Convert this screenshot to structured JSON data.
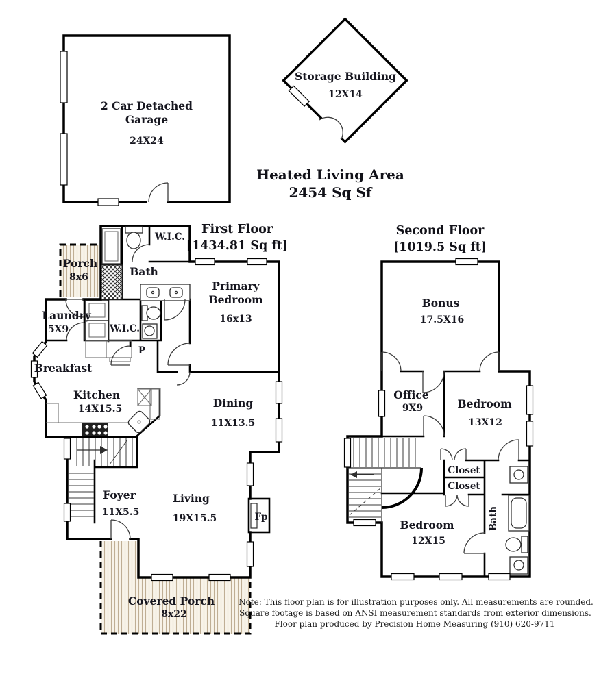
{
  "heated": {
    "line1": "Heated Living Area",
    "line2": "2454 Sq Sf"
  },
  "garage": {
    "line1": "2 Car Detached",
    "line2": "Garage",
    "dims": "24X24"
  },
  "storage": {
    "name": "Storage Building",
    "dims": "12X14"
  },
  "first_floor": {
    "title": "First Floor",
    "sqft": "[1434.81 Sq ft]",
    "rooms": {
      "porch": {
        "name": "Porch",
        "dims": "8x6"
      },
      "bath": {
        "name": "Bath"
      },
      "wic_upper": {
        "name": "W.I.C."
      },
      "primary": {
        "line1": "Primary",
        "line2": "Bedroom",
        "dims": "16x13"
      },
      "laundry": {
        "name": "Laundry",
        "dims": "5X9"
      },
      "wic_lower": {
        "name": "W.I.C."
      },
      "pantry": {
        "name": "P"
      },
      "breakfast": {
        "name": "Breakfast"
      },
      "kitchen": {
        "name": "Kitchen",
        "dims": "14X15.5"
      },
      "dining": {
        "name": "Dining",
        "dims": "11X13.5"
      },
      "foyer": {
        "name": "Foyer",
        "dims": "11X5.5"
      },
      "living": {
        "name": "Living",
        "dims": "19X15.5"
      },
      "fireplace": {
        "name": "Fp"
      },
      "covered_porch": {
        "name": "Covered Porch",
        "dims": "8x22"
      }
    }
  },
  "second_floor": {
    "title": "Second Floor",
    "sqft": "[1019.5 Sq ft]",
    "rooms": {
      "bonus": {
        "name": "Bonus",
        "dims": "17.5X16"
      },
      "office": {
        "name": "Office",
        "dims": "9X9"
      },
      "bedroom_13x12": {
        "name": "Bedroom",
        "dims": "13X12"
      },
      "closet_upper": {
        "name": "Closet"
      },
      "closet_lower": {
        "name": "Closet"
      },
      "bedroom_12x15": {
        "name": "Bedroom",
        "dims": "12X15"
      },
      "bath": {
        "name": "Bath"
      }
    }
  },
  "note": {
    "line1": "Note: This floor plan is for illustration purposes only. All measurements are rounded.",
    "line2": "Square footage is based on ANSI measurement standards from exterior dimensions.",
    "line3": "Floor plan produced by Precision Home Measuring (910) 620-9711"
  },
  "colors": {
    "wall": "#000000",
    "label": "#16161f",
    "hatch": "#bfae94",
    "hatch_bg": "#f8f3e9"
  }
}
